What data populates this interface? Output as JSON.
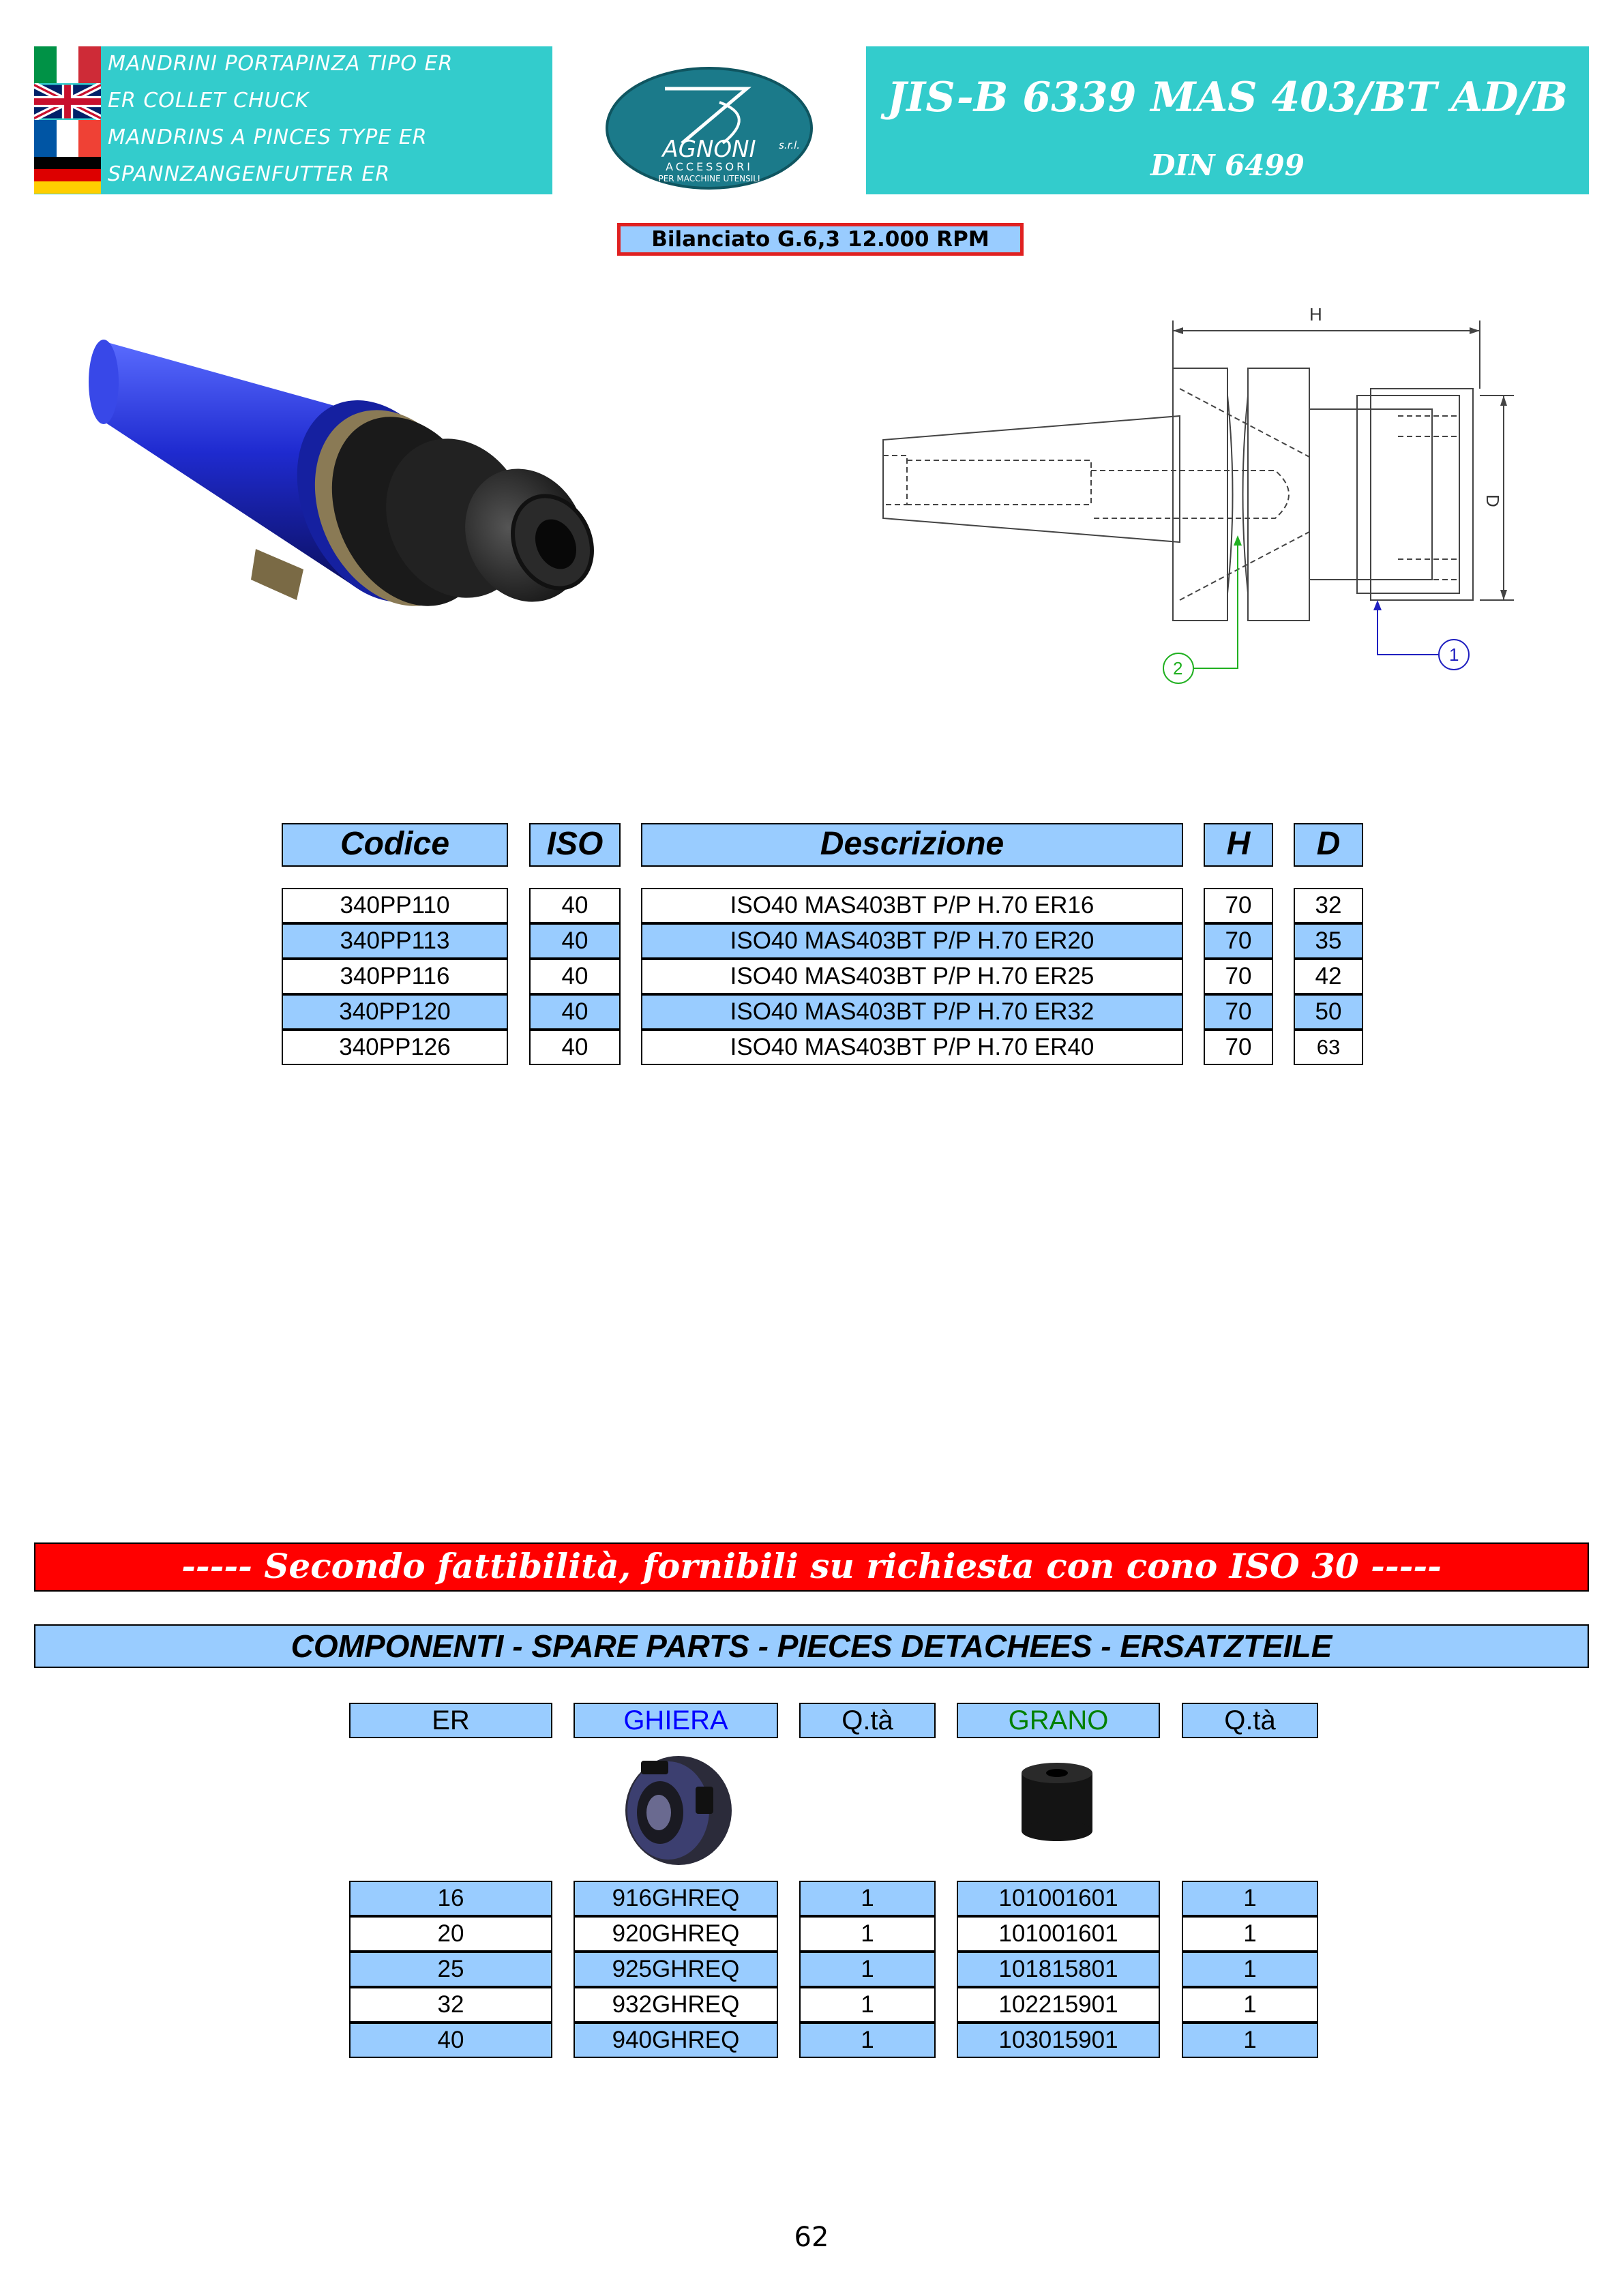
{
  "header": {
    "languages": [
      {
        "flag": "italy-flag",
        "text": "MANDRINI PORTAPINZA TIPO ER"
      },
      {
        "flag": "uk-flag",
        "text": "ER COLLET CHUCK"
      },
      {
        "flag": "france-flag",
        "text": "MANDRINS A PINCES TYPE ER"
      },
      {
        "flag": "germany-flag",
        "text": "SPANNZANGENFUTTER ER"
      }
    ],
    "logo": {
      "name": "AGNONI",
      "suffix": "s.r.l.",
      "line1": "ACCESSORI",
      "line2": "PER MACCHINE UTENSILI"
    },
    "standard_title": "JIS-B 6339 MAS 403/BT AD/B",
    "standard_subtitle": "DIN 6499"
  },
  "balance_note": "Bilanciato G.6,3 12.000 RPM",
  "drawing": {
    "dim_h": "H",
    "dim_d": "D",
    "callout_1": "1",
    "callout_2": "2"
  },
  "product_table": {
    "headers": {
      "code": "Codice",
      "iso": "ISO",
      "desc": "Descrizione",
      "h": "H",
      "d": "D"
    },
    "rows": [
      {
        "code": "340PP110",
        "iso": "40",
        "desc": "ISO40 MAS403BT P/P H.70 ER16",
        "h": "70",
        "d": "32"
      },
      {
        "code": "340PP113",
        "iso": "40",
        "desc": "ISO40 MAS403BT P/P H.70 ER20",
        "h": "70",
        "d": "35"
      },
      {
        "code": "340PP116",
        "iso": "40",
        "desc": "ISO40 MAS403BT P/P H.70 ER25",
        "h": "70",
        "d": "42"
      },
      {
        "code": "340PP120",
        "iso": "40",
        "desc": "ISO40 MAS403BT P/P H.70 ER32",
        "h": "70",
        "d": "50"
      },
      {
        "code": "340PP126",
        "iso": "40",
        "desc": "ISO40 MAS403BT P/P H.70 ER40",
        "h": "70",
        "d": "63"
      }
    ]
  },
  "iso30_banner": "-----   Secondo fattibilità, fornibili su richiesta con cono ISO 30   -----",
  "components_banner": "COMPONENTI - SPARE PARTS - PIECES DETACHEES - ERSATZTEILE",
  "spare_table": {
    "headers": {
      "er": "ER",
      "ghiera": "GHIERA",
      "qta1": "Q.tà",
      "grano": "GRANO",
      "qta2": "Q.tà"
    },
    "rows": [
      {
        "er": "16",
        "ghiera": "916GHREQ",
        "qta1": "1",
        "grano": "101001601",
        "qta2": "1"
      },
      {
        "er": "20",
        "ghiera": "920GHREQ",
        "qta1": "1",
        "grano": "101001601",
        "qta2": "1"
      },
      {
        "er": "25",
        "ghiera": "925GHREQ",
        "qta1": "1",
        "grano": "101815801",
        "qta2": "1"
      },
      {
        "er": "32",
        "ghiera": "932GHREQ",
        "qta1": "1",
        "grano": "102215901",
        "qta2": "1"
      },
      {
        "er": "40",
        "ghiera": "940GHREQ",
        "qta1": "1",
        "grano": "103015901",
        "qta2": "1"
      }
    ]
  },
  "colors": {
    "header_teal": "#33cccc",
    "table_blue": "#99ccff",
    "banner_red": "#ff0000",
    "ghiera_blue": "#0000ff",
    "grano_green": "#008000"
  },
  "page_number": "62"
}
